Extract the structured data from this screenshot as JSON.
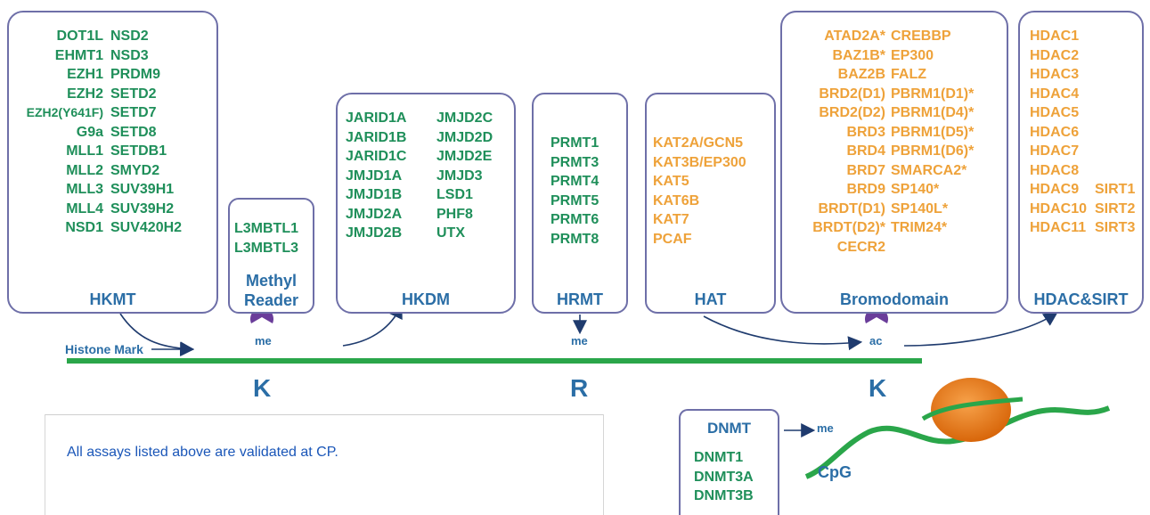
{
  "hkmt": {
    "col1": [
      "DOT1L",
      "EHMT1",
      "EZH1",
      "EZH2",
      "EZH2(Y641F)",
      "G9a",
      "MLL1",
      "MLL2",
      "MLL3",
      "MLL4",
      "NSD1"
    ],
    "col2": [
      "NSD2",
      "NSD3",
      "PRDM9",
      "SETD2",
      "SETD7",
      "SETD8",
      "SETDB1",
      "SMYD2",
      "SUV39H1",
      "SUV39H2",
      "SUV420H2"
    ],
    "label": "HKMT"
  },
  "methyl_reader": {
    "items": [
      "L3MBTL1",
      "L3MBTL3"
    ],
    "label_line1": "Methyl",
    "label_line2": "Reader"
  },
  "hkdm": {
    "col1": [
      "JARID1A",
      "JARID1B",
      "JARID1C",
      "JMJD1A",
      "JMJD1B",
      "JMJD2A",
      "JMJD2B"
    ],
    "col2": [
      "JMJD2C",
      "JMJD2D",
      "JMJD2E",
      "JMJD3",
      "LSD1",
      "PHF8",
      "UTX"
    ],
    "label": "HKDM"
  },
  "hrmt": {
    "items": [
      "PRMT1",
      "PRMT3",
      "PRMT4",
      "PRMT5",
      "PRMT6",
      "PRMT8"
    ],
    "label": "HRMT"
  },
  "hat": {
    "items": [
      "KAT2A/GCN5",
      "KAT3B/EP300",
      "KAT5",
      "KAT6B",
      "KAT7",
      "PCAF"
    ],
    "label": "HAT"
  },
  "bromodomain": {
    "col1": [
      "ATAD2A*",
      "BAZ1B*",
      "BAZ2B",
      "BRD2(D1)",
      "BRD2(D2)",
      "BRD3",
      "BRD4",
      "BRD7",
      "BRD9",
      "BRDT(D1)",
      "BRDT(D2)*",
      "CECR2"
    ],
    "col2": [
      "CREBBP",
      "EP300",
      "FALZ",
      "PBRM1(D1)*",
      "PBRM1(D4)*",
      "PBRM1(D5)*",
      "PBRM1(D6)*",
      "SMARCA2*",
      "SP140*",
      "SP140L*",
      "TRIM24*"
    ],
    "label": "Bromodomain"
  },
  "hdac_sirt": {
    "col1": [
      "HDAC1",
      "HDAC2",
      "HDAC3",
      "HDAC4",
      "HDAC5",
      "HDAC6",
      "HDAC7",
      "HDAC8",
      "HDAC9",
      "HDAC10",
      "HDAC11"
    ],
    "col2": [
      "SIRT1",
      "SIRT2",
      "SIRT3"
    ],
    "label": "HDAC&SIRT"
  },
  "track": {
    "histone_mark": "Histone Mark",
    "me1": "me",
    "me2": "me",
    "ac": "ac",
    "k1": "K",
    "r": "R",
    "k2": "K"
  },
  "dnmt": {
    "label": "DNMT",
    "items": [
      "DNMT1",
      "DNMT3A",
      "DNMT3B"
    ],
    "me": "me",
    "cpg": "CpG"
  },
  "note": "All assays listed above are validated at CP.",
  "colors": {
    "border": "#6e6fa8",
    "green_text": "#1f8f5a",
    "orange_text": "#eea23a",
    "blue_text": "#2b6ea6",
    "purple_marker": "#6a3d9a",
    "track_green": "#2aa64a",
    "nucleosome_orange": "#e87a12"
  }
}
